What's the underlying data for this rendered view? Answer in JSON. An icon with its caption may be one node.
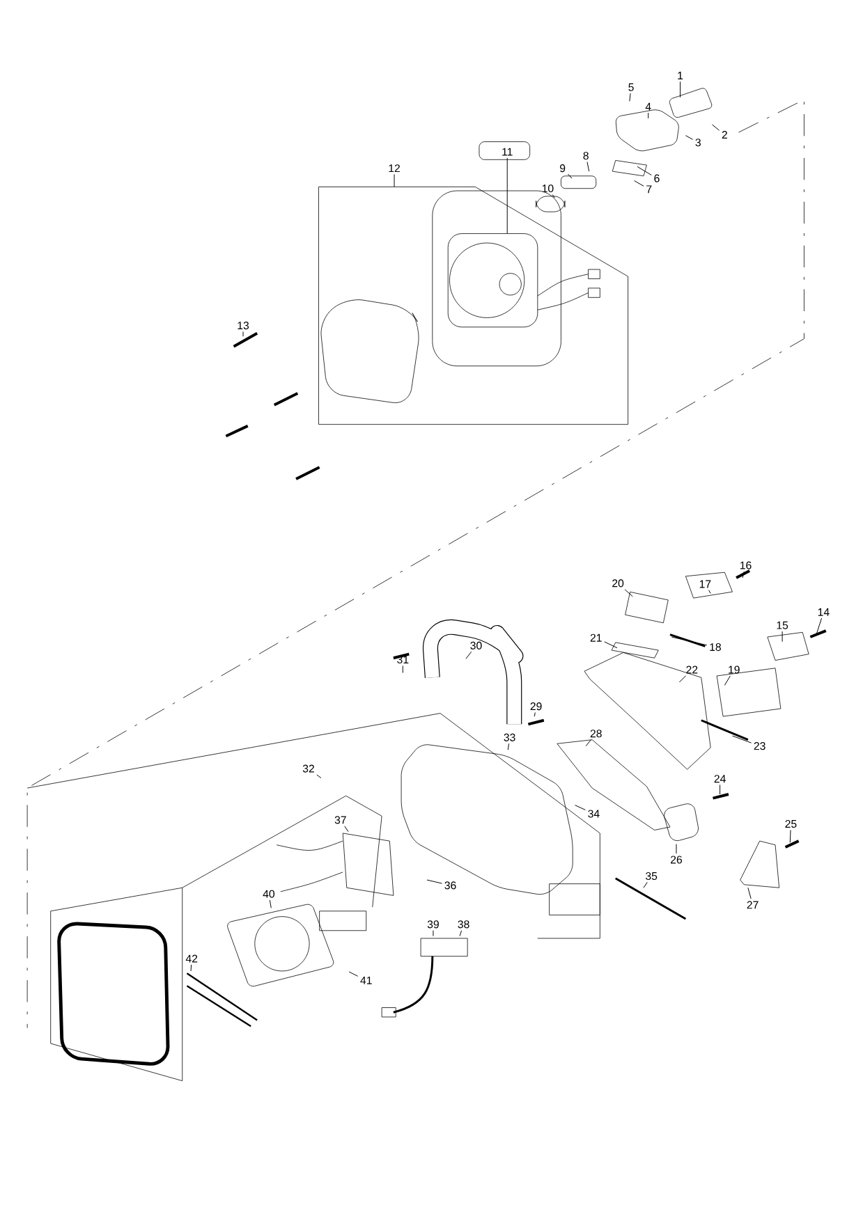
{
  "diagram": {
    "nodes": [
      {
        "text": [
          "1"
        ]
      },
      {
        "text": [
          "2"
        ]
      },
      {
        "text": [
          "3"
        ]
      },
      {
        "text": [
          "4"
        ]
      },
      {
        "text": [
          "5"
        ]
      },
      {
        "text": [
          "6"
        ]
      },
      {
        "text": [
          "7"
        ]
      },
      {
        "text": [
          "8"
        ]
      },
      {
        "text": [
          "9"
        ]
      },
      {
        "text": [
          "10"
        ]
      },
      {
        "text": [
          "11"
        ]
      },
      {
        "text": [
          "12"
        ]
      },
      {
        "text": [
          "13"
        ]
      },
      {
        "text": [
          "14"
        ]
      },
      {
        "text": [
          "15"
        ]
      },
      {
        "text": [
          "16"
        ]
      },
      {
        "text": [
          "17"
        ]
      },
      {
        "text": [
          "18"
        ]
      },
      {
        "text": [
          "19"
        ]
      },
      {
        "text": [
          "20"
        ]
      },
      {
        "text": [
          "21"
        ]
      },
      {
        "text": [
          "22"
        ]
      },
      {
        "text": [
          "23"
        ]
      },
      {
        "text": [
          "24"
        ]
      },
      {
        "text": [
          "25"
        ]
      },
      {
        "text": [
          "26"
        ]
      },
      {
        "text": [
          "27"
        ]
      },
      {
        "text": [
          "28"
        ]
      },
      {
        "text": [
          "29"
        ]
      },
      {
        "text": [
          "30"
        ]
      },
      {
        "text": [
          "31"
        ]
      },
      {
        "text": [
          "32"
        ]
      },
      {
        "text": [
          "33"
        ]
      },
      {
        "text": [
          "34"
        ]
      },
      {
        "text": [
          "35"
        ]
      },
      {
        "text": [
          "36"
        ]
      },
      {
        "text": [
          "37"
        ]
      },
      {
        "text": [
          "38"
        ]
      },
      {
        "text": [
          "39"
        ]
      },
      {
        "text": [
          "40"
        ]
      },
      {
        "text": [
          "41"
        ]
      },
      {
        "text": [
          "42"
        ]
      }
    ],
    "edges": [
      {
        "from": 0,
        "to": null,
        "arrow": "none"
      },
      {
        "from": 1,
        "to": null,
        "arrow": "none"
      },
      {
        "from": 2,
        "to": null,
        "arrow": "none"
      },
      {
        "from": 3,
        "to": null,
        "arrow": "none"
      },
      {
        "from": 4,
        "to": null,
        "arrow": "none"
      },
      {
        "from": 5,
        "to": null,
        "arrow": "none"
      },
      {
        "from": 6,
        "to": null,
        "arrow": "none"
      },
      {
        "from": 7,
        "to": null,
        "arrow": "none"
      },
      {
        "from": 8,
        "to": null,
        "arrow": "none"
      },
      {
        "from": 9,
        "to": null,
        "arrow": "none"
      },
      {
        "from": 10,
        "to": null,
        "arrow": "none"
      },
      {
        "from": 11,
        "to": null,
        "arrow": "none"
      },
      {
        "from": 12,
        "to": null,
        "arrow": "none"
      },
      {
        "from": 13,
        "to": null,
        "arrow": "none"
      },
      {
        "from": 14,
        "to": null,
        "arrow": "none"
      },
      {
        "from": 15,
        "to": null,
        "arrow": "none"
      },
      {
        "from": 16,
        "to": null,
        "arrow": "none"
      },
      {
        "from": 17,
        "to": null,
        "arrow": "none"
      },
      {
        "from": 18,
        "to": null,
        "arrow": "none"
      },
      {
        "from": 19,
        "to": null,
        "arrow": "none"
      },
      {
        "from": 20,
        "to": null,
        "arrow": "none"
      },
      {
        "from": 21,
        "to": null,
        "arrow": "none"
      },
      {
        "from": 22,
        "to": null,
        "arrow": "none"
      },
      {
        "from": 23,
        "to": null,
        "arrow": "none"
      },
      {
        "from": 24,
        "to": null,
        "arrow": "none"
      },
      {
        "from": 25,
        "to": null,
        "arrow": "none"
      },
      {
        "from": 26,
        "to": null,
        "arrow": "none"
      },
      {
        "from": 27,
        "to": null,
        "arrow": "none"
      },
      {
        "from": 28,
        "to": null,
        "arrow": "none"
      },
      {
        "from": 29,
        "to": null,
        "arrow": "none"
      },
      {
        "from": 30,
        "to": null,
        "arrow": "none"
      },
      {
        "from": 31,
        "to": null,
        "arrow": "none"
      },
      {
        "from": 32,
        "to": null,
        "arrow": "none"
      },
      {
        "from": 33,
        "to": null,
        "arrow": "none"
      },
      {
        "from": 34,
        "to": null,
        "arrow": "none"
      },
      {
        "from": 35,
        "to": null,
        "arrow": "none"
      },
      {
        "from": 36,
        "to": null,
        "arrow": "none"
      },
      {
        "from": 37,
        "to": null,
        "arrow": "none"
      },
      {
        "from": 38,
        "to": null,
        "arrow": "none"
      },
      {
        "from": 39,
        "to": null,
        "arrow": "none"
      },
      {
        "from": 40,
        "to": null,
        "arrow": "none"
      },
      {
        "from": 41,
        "to": null,
        "arrow": "none"
      }
    ]
  }
}
